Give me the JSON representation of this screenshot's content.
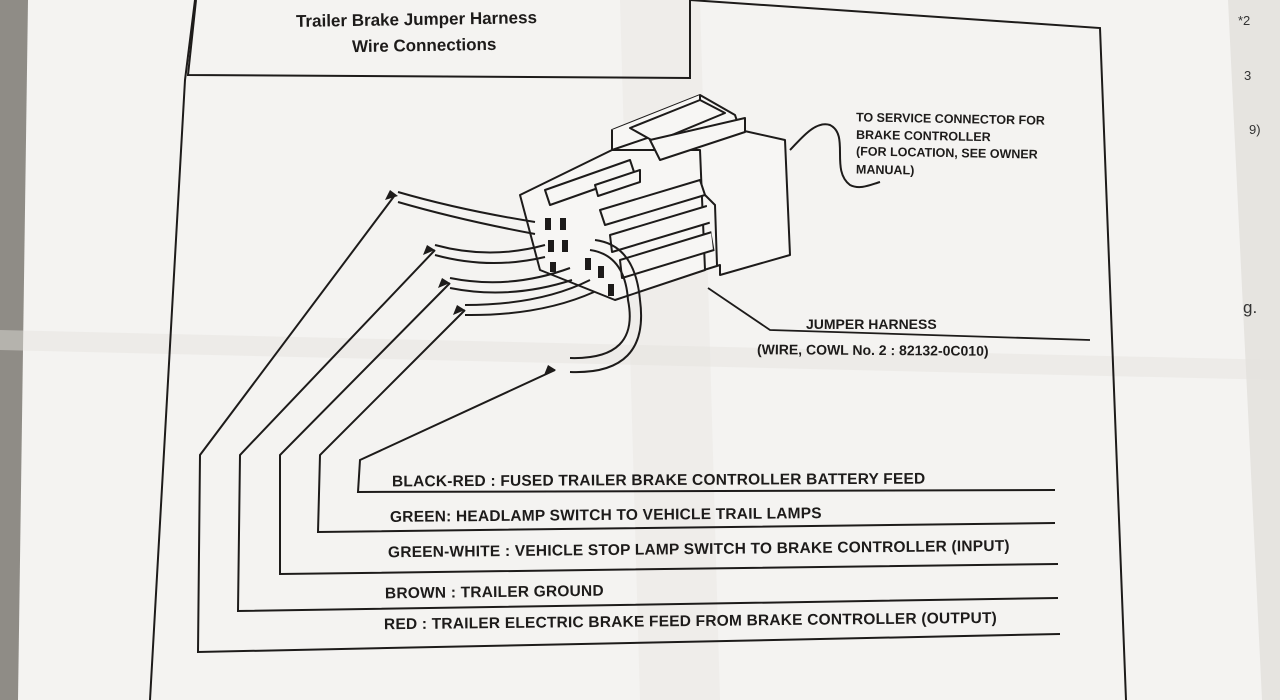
{
  "diagram": {
    "title_line1": "Trailer Brake Jumper Harness",
    "title_line2": "Wire Connections",
    "service_note": [
      "TO SERVICE CONNECTOR FOR",
      "BRAKE CONTROLLER",
      "(FOR LOCATION, SEE OWNER",
      "MANUAL)"
    ],
    "jumper_harness_label": "JUMPER HARNESS",
    "jumper_harness_part": "(WIRE, COWL No. 2 : 82132-0C010)",
    "wires": [
      {
        "color": "BLACK-RED",
        "label": "BLACK-RED : FUSED TRAILER BRAKE CONTROLLER BATTERY FEED"
      },
      {
        "color": "GREEN",
        "label": "GREEN: HEADLAMP SWITCH TO VEHICLE TRAIL LAMPS"
      },
      {
        "color": "GREEN-WHITE",
        "label": "GREEN-WHITE : VEHICLE STOP LAMP SWITCH TO BRAKE CONTROLLER (INPUT)"
      },
      {
        "color": "BROWN",
        "label": "BROWN : TRAILER GROUND"
      },
      {
        "color": "RED",
        "label": "RED : TRAILER ELECTRIC BRAKE FEED FROM BRAKE CONTROLLER (OUTPUT)"
      }
    ]
  },
  "edge_marks": [
    "*2",
    "3",
    "9)",
    "g."
  ],
  "colors": {
    "paper": "#f4f3f1",
    "ink": "#1d1b1a",
    "background": "#8f8c86"
  }
}
